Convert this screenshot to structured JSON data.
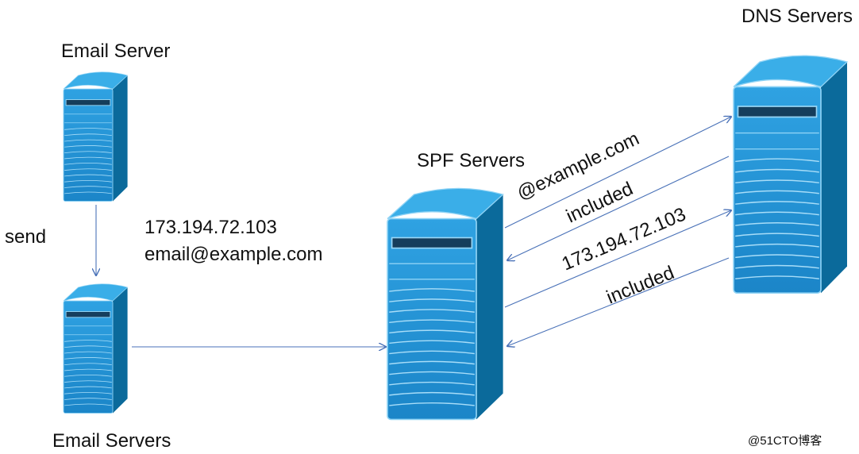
{
  "labels": {
    "email_server": "Email Server",
    "email_servers": "Email Servers",
    "spf_servers": "SPF Servers",
    "dns_servers": "DNS Servers",
    "send": "send",
    "sender_ip": "173.194.72.103",
    "sender_email": "email@example.com"
  },
  "arrows": {
    "query_domain": "@example.com",
    "reply_included_1": "included",
    "query_ip": "173.194.72.103",
    "reply_included_2": "included"
  },
  "watermark": "@51CTO博客",
  "colors": {
    "server_front": "#1E8FD4",
    "server_top": "#3AAEE8",
    "server_side": "#0B6A9B",
    "slot": "#153E5C",
    "arrow": "#4A72B8"
  }
}
